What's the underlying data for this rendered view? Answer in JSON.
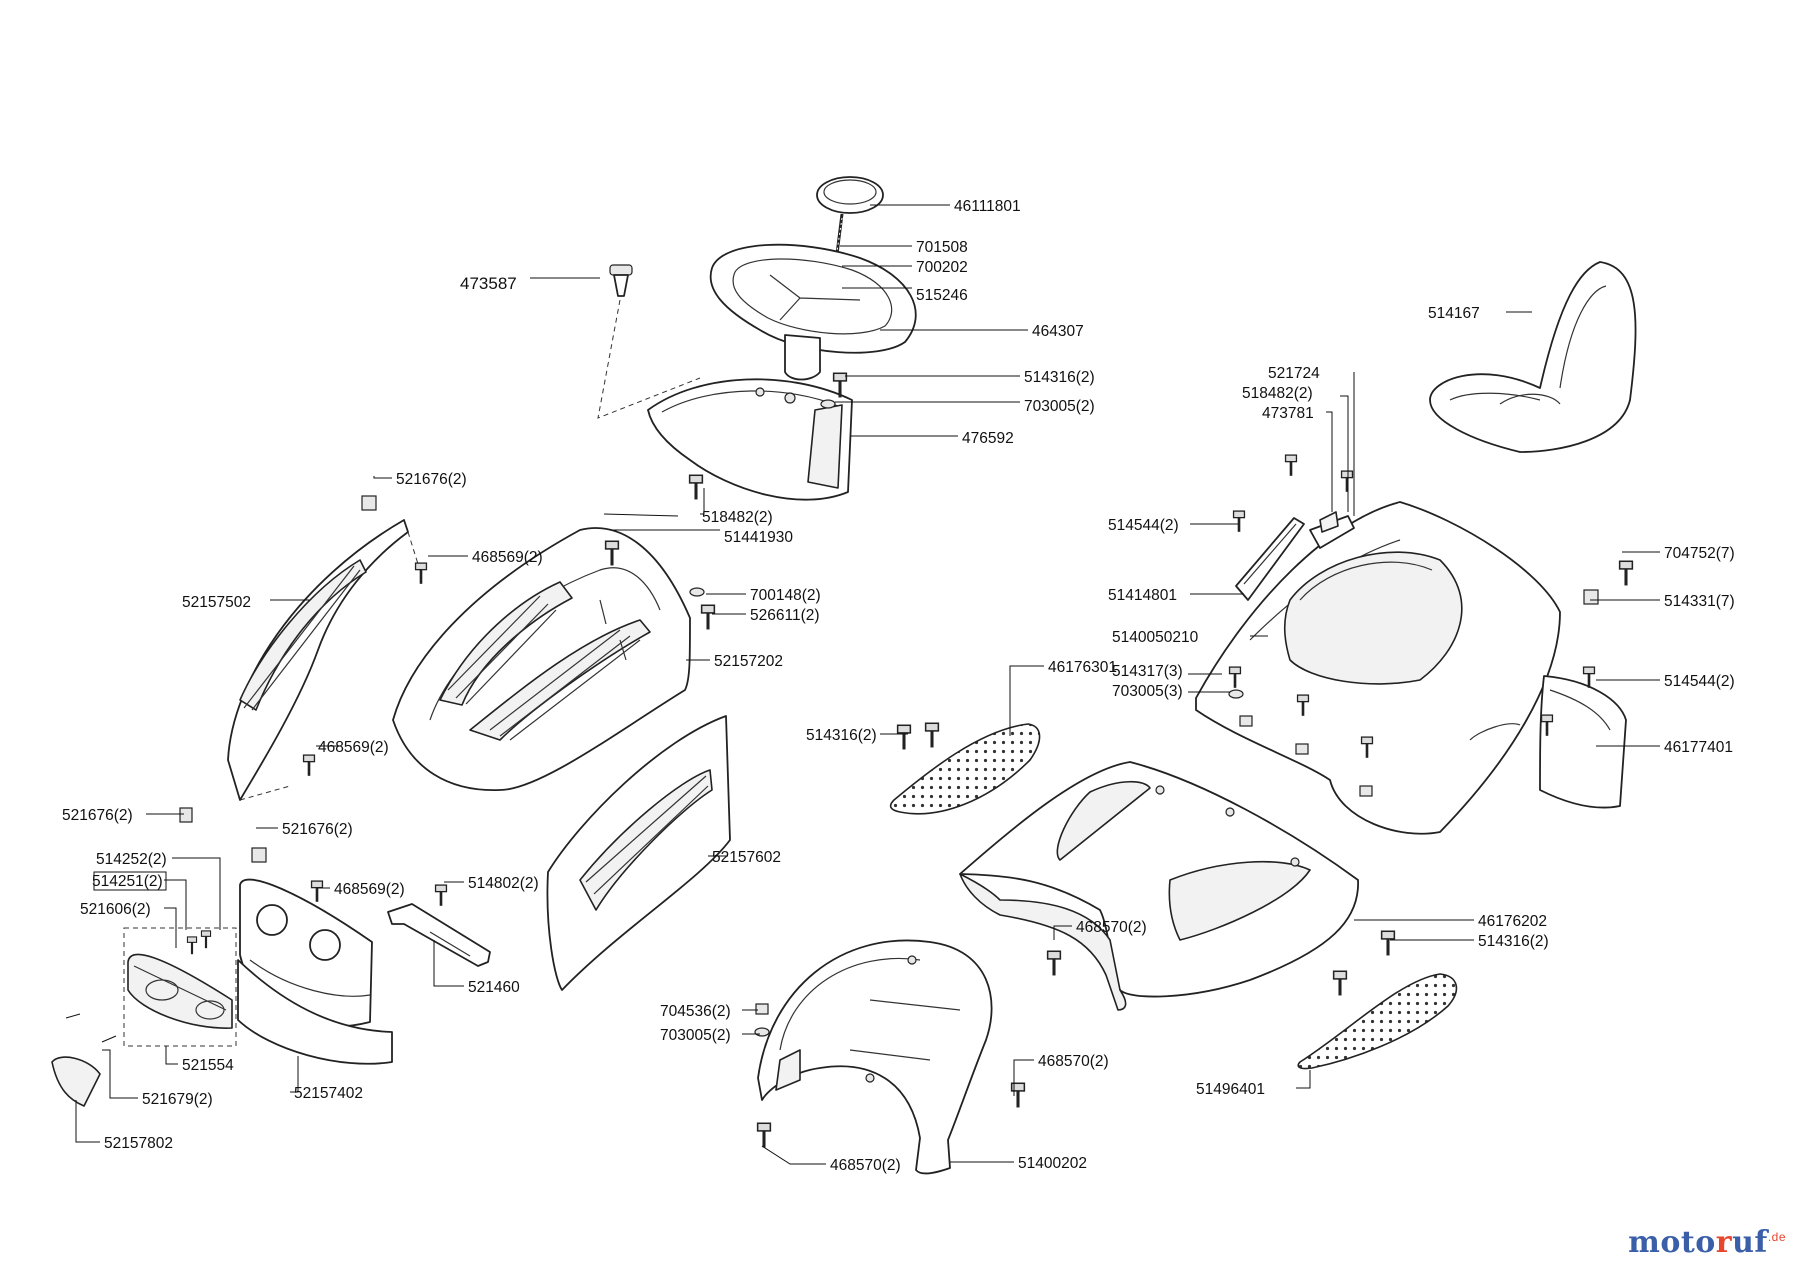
{
  "watermark": {
    "main": "moto",
    "r": "r",
    "rest": "uf",
    "tld": ".de",
    "colors": {
      "main": "#3a5fa8",
      "accent": "#e8452c",
      "tld": "#e8452c"
    }
  },
  "labels": [
    "46111801",
    "701508",
    "700202",
    "515246",
    "464307",
    "473587",
    "514316(2)",
    "703005(2)",
    "476592",
    "518482(2)",
    "51441930",
    "521676(2)",
    "468569(2)",
    "52157502",
    "700148(2)",
    "526611(2)",
    "52157202",
    "468569(2)",
    "521676(2)",
    "521676(2)",
    "514252(2)",
    "514251(2)",
    "468569(2)",
    "514802(2)",
    "521606(2)",
    "52157602",
    "521460",
    "521554",
    "521679(2)",
    "52157402",
    "52157802",
    "514167",
    "521724",
    "518482(2)",
    "473781",
    "514544(2)",
    "704752(7)",
    "51414801",
    "514331(7)",
    "5140050210",
    "46176301",
    "514317(3)",
    "703005(3)",
    "514544(2)",
    "514316(2)",
    "46177401",
    "46176202",
    "468570(2)",
    "514316(2)",
    "704536(2)",
    "703005(2)",
    "468570(2)",
    "51496401",
    "468570(2)",
    "51400202"
  ]
}
